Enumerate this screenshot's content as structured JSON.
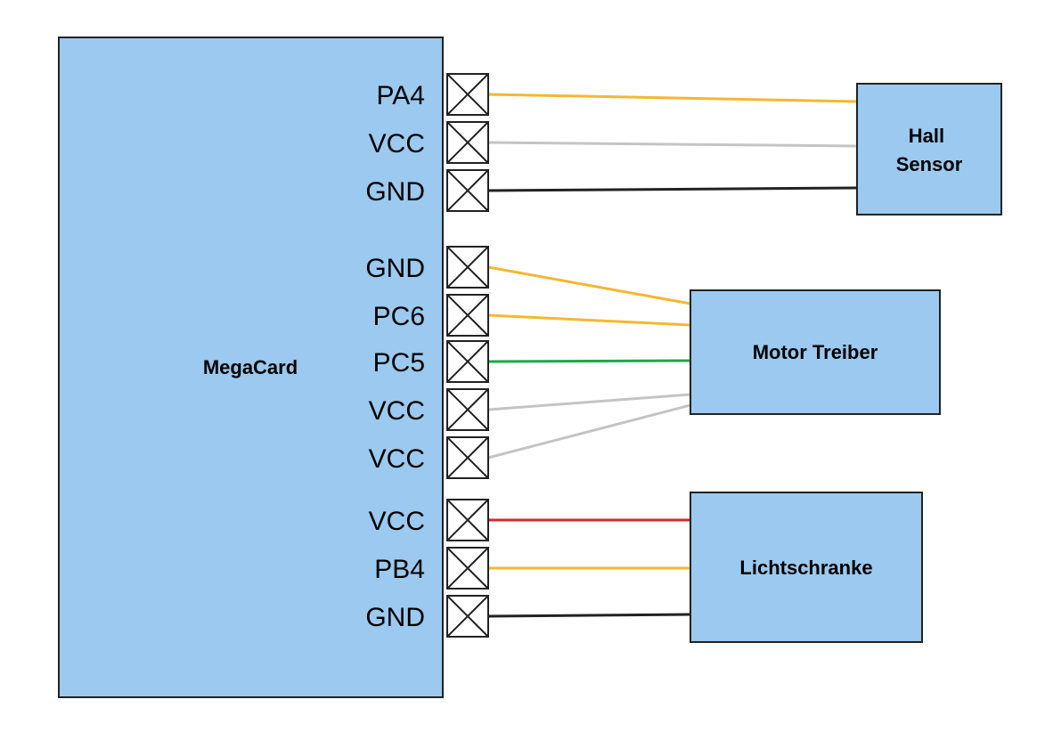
{
  "colors": {
    "box_fill": "#9bc9ef",
    "stroke": "#222222",
    "wire_orange": "#f5b731",
    "wire_gray": "#c4c4c4",
    "wire_black": "#222222",
    "wire_green": "#1aa84c",
    "wire_red": "#d9232d"
  },
  "megacard": {
    "label": "MegaCard",
    "pins": [
      "PA4",
      "VCC",
      "GND",
      "GND",
      "PC6",
      "PC5",
      "VCC",
      "VCC",
      "VCC",
      "PB4",
      "GND"
    ]
  },
  "hall_sensor": {
    "label_line1": "Hall",
    "label_line2": "Sensor"
  },
  "motor_treiber": {
    "label": "Motor Treiber"
  },
  "lichtschranke": {
    "label": "Lichtschranke"
  },
  "wires": [
    {
      "from_pin": 0,
      "to": "hall_sensor",
      "color": "wire_orange"
    },
    {
      "from_pin": 1,
      "to": "hall_sensor",
      "color": "wire_gray"
    },
    {
      "from_pin": 2,
      "to": "hall_sensor",
      "color": "wire_black"
    },
    {
      "from_pin": 3,
      "to": "motor_treiber",
      "color": "wire_orange"
    },
    {
      "from_pin": 4,
      "to": "motor_treiber",
      "color": "wire_orange"
    },
    {
      "from_pin": 5,
      "to": "motor_treiber",
      "color": "wire_green"
    },
    {
      "from_pin": 6,
      "to": "motor_treiber",
      "color": "wire_gray"
    },
    {
      "from_pin": 7,
      "to": "motor_treiber",
      "color": "wire_gray"
    },
    {
      "from_pin": 8,
      "to": "lichtschranke",
      "color": "wire_red"
    },
    {
      "from_pin": 9,
      "to": "lichtschranke",
      "color": "wire_orange"
    },
    {
      "from_pin": 10,
      "to": "lichtschranke",
      "color": "wire_black"
    }
  ]
}
